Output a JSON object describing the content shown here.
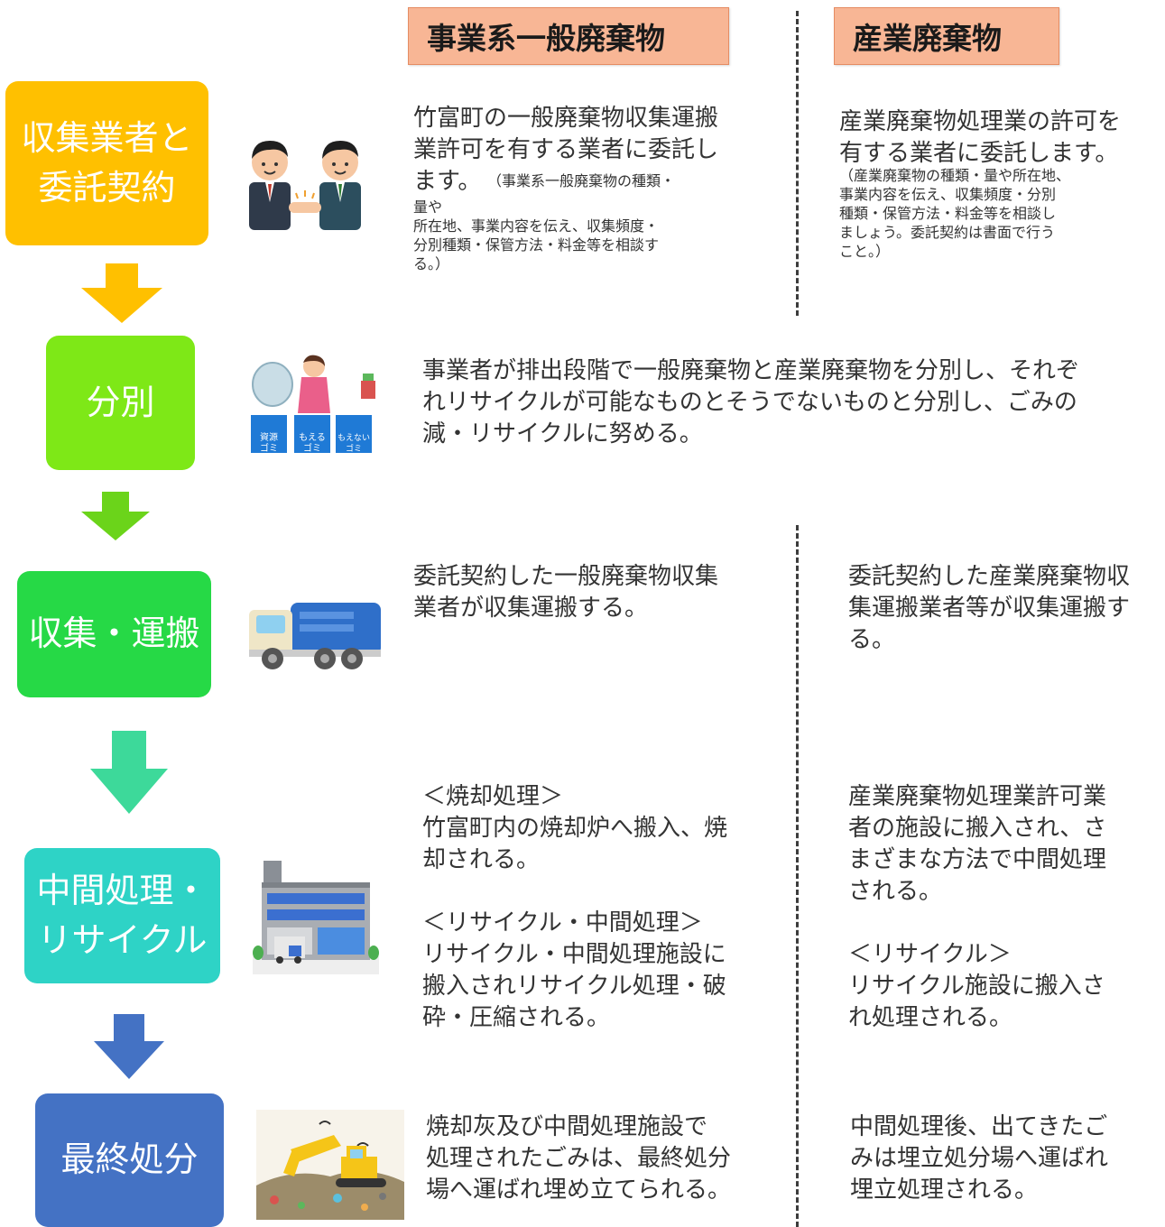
{
  "headers": {
    "general": "事業系一般廃棄物",
    "industrial": "産業廃棄物"
  },
  "steps": [
    {
      "label": "収集業者と\n委託契約",
      "color": "#ffc000"
    },
    {
      "label": "分別",
      "color": "#7ee817"
    },
    {
      "label": "収集・運搬",
      "color": "#26d946"
    },
    {
      "label": "中間処理・\nリサイクル",
      "color": "#2ed3c6"
    },
    {
      "label": "最終処分",
      "color": "#4472c4"
    }
  ],
  "contract": {
    "general_main": "竹富町の一般廃棄物収集運搬\n業許可を有する業者に委託し\nます。",
    "general_note_inline": "（事業系一般廃棄物の種類・",
    "general_note": "量や\n所在地、事業内容を伝え、収集頻度・\n分別種類・保管方法・料金等を相談す\nる。）",
    "industrial_main": "産業廃棄物処理業の許可を\n有する業者に委託します。",
    "industrial_note": "（産業廃棄物の種類・量や所在地、\n事業内容を伝え、収集頻度・分別\n種類・保管方法・料金等を相談し\nましょう。委託契約は書面で行う\nこと。）"
  },
  "sorting": {
    "text": "事業者が排出段階で一般廃棄物と産業廃棄物を分別し、それぞ\nれリサイクルが可能なものとそうでないものと分別し、ごみの\n減・リサイクルに努める。",
    "bin_labels": [
      "資源\nゴミ",
      "もえる\nゴミ",
      "もえない\nゴミ"
    ]
  },
  "collection": {
    "general": "委託契約した一般廃棄物収集\n業者が収集運搬する。",
    "industrial": "委託契約した産業廃棄物収\n集運搬業者等が収集運搬す\nる。"
  },
  "intermediate": {
    "general": "＜焼却処理＞\n竹富町内の焼却炉へ搬入、焼\n却される。\n\n＜リサイクル・中間処理＞\nリサイクル・中間処理施設に\n搬入されリサイクル処理・破\n砕・圧縮される。",
    "industrial": "産業廃棄物処理業許可業\n者の施設に搬入され、さ\nまざまな方法で中間処理\nされる。\n\n＜リサイクル＞\nリサイクル施設に搬入さ\nれ処理される。"
  },
  "final": {
    "general": "焼却灰及び中間処理施設で\n処理されたごみは、最終処分\n場へ運ばれ埋め立てられる。",
    "industrial": "中間処理後、出てきたご\nみは埋立処分場へ運ばれ\n埋立処理される。"
  }
}
